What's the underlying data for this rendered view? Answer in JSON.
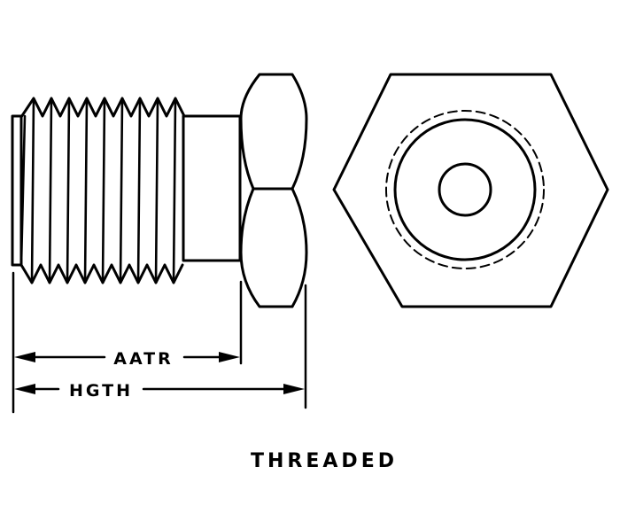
{
  "diagram": {
    "dimensions": {
      "aatr_label": "AATR",
      "hgth_label": "HGTH"
    },
    "caption": "THREADED"
  }
}
